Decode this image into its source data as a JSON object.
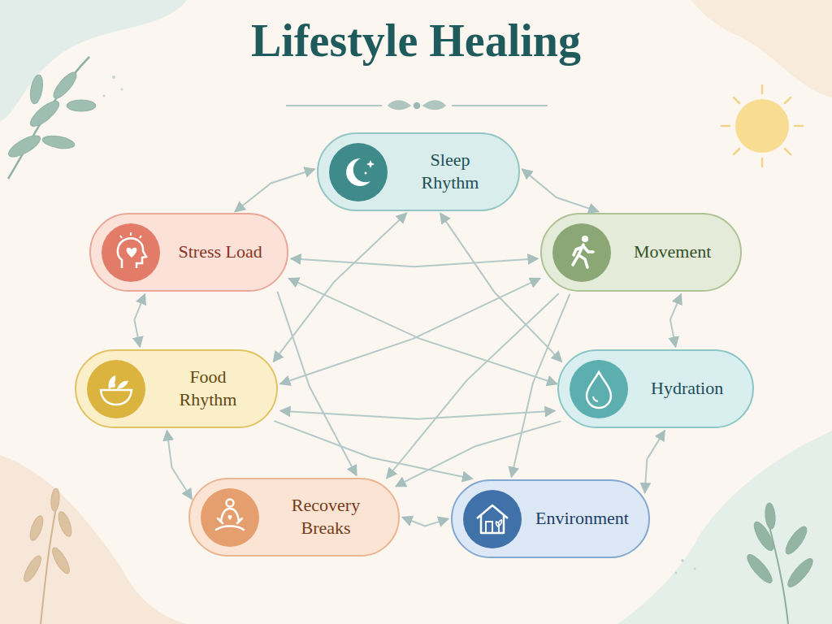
{
  "diagram": {
    "title": "Lifestyle Healing",
    "nodes": [
      {
        "text": [
          "Sleep Rhythm"
        ]
      },
      {
        "text": [
          "Stress Load"
        ]
      },
      {
        "text": [
          "Movement"
        ]
      },
      {
        "text": [
          "Food Rhythm"
        ]
      },
      {
        "text": [
          "Hydration"
        ]
      },
      {
        "text": [
          "Recovery Breaks"
        ]
      },
      {
        "text": [
          "Environment"
        ]
      }
    ],
    "edges": [
      {
        "from": 0,
        "to": 1,
        "arrow": "both"
      },
      {
        "from": 0,
        "to": 2,
        "arrow": "both"
      },
      {
        "from": 1,
        "to": 3,
        "arrow": "both"
      },
      {
        "from": 2,
        "to": 4,
        "arrow": "both"
      },
      {
        "from": 3,
        "to": 5,
        "arrow": "both"
      },
      {
        "from": 5,
        "to": 6,
        "arrow": "both"
      },
      {
        "from": 4,
        "to": 6,
        "arrow": "both"
      },
      {
        "from": 1,
        "to": 2,
        "arrow": "both"
      },
      {
        "from": 0,
        "to": 3,
        "arrow": "both"
      },
      {
        "from": 0,
        "to": 4,
        "arrow": "both"
      },
      {
        "from": 1,
        "to": 4,
        "arrow": "both"
      },
      {
        "from": 3,
        "to": 2,
        "arrow": "both"
      },
      {
        "from": 3,
        "to": 4,
        "arrow": "both"
      },
      {
        "from": 1,
        "to": 5,
        "arrow": "to"
      },
      {
        "from": 2,
        "to": 5,
        "arrow": "to"
      },
      {
        "from": 2,
        "to": 6,
        "arrow": "to"
      },
      {
        "from": 3,
        "to": 6,
        "arrow": "to"
      },
      {
        "from": 4,
        "to": 5,
        "arrow": "to"
      }
    ]
  }
}
